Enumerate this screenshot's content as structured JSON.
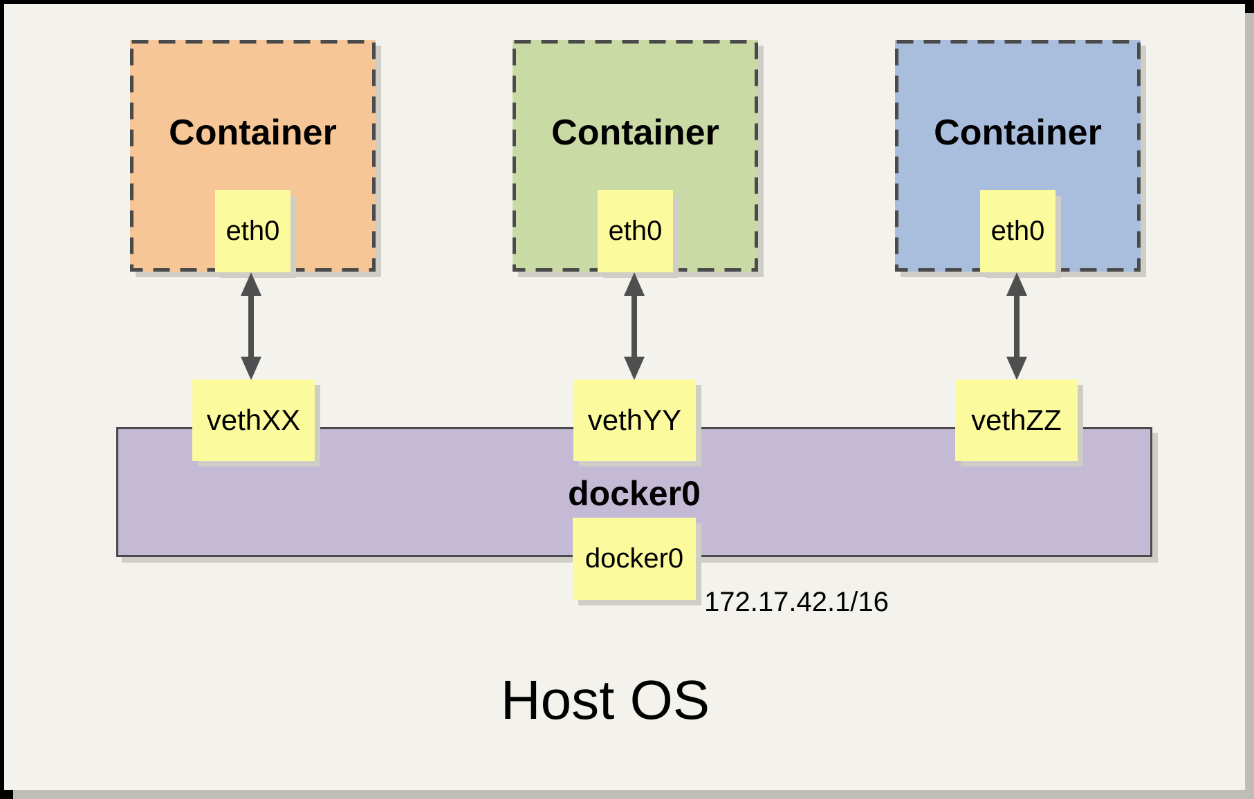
{
  "diagram": {
    "host_label": "Host OS",
    "bridge": {
      "name": "docker0",
      "interface": "docker0",
      "subnet": "172.17.42.1/16",
      "fill": "#C4BAD6"
    },
    "containers": [
      {
        "label": "Container",
        "interface": "eth0",
        "veth": "vethXX",
        "fill": "#F7C696"
      },
      {
        "label": "Container",
        "interface": "eth0",
        "veth": "vethYY",
        "fill": "#CADAA4"
      },
      {
        "label": "Container",
        "interface": "eth0",
        "veth": "vethZZ",
        "fill": "#A9BEDD"
      }
    ],
    "colors": {
      "canvas_background": "#F4F2EC",
      "frame": "#000000",
      "note_yellow": "#FBFB9E",
      "line_dark": "#4A4A4A",
      "shadow_gray": "#CECDC6"
    }
  }
}
